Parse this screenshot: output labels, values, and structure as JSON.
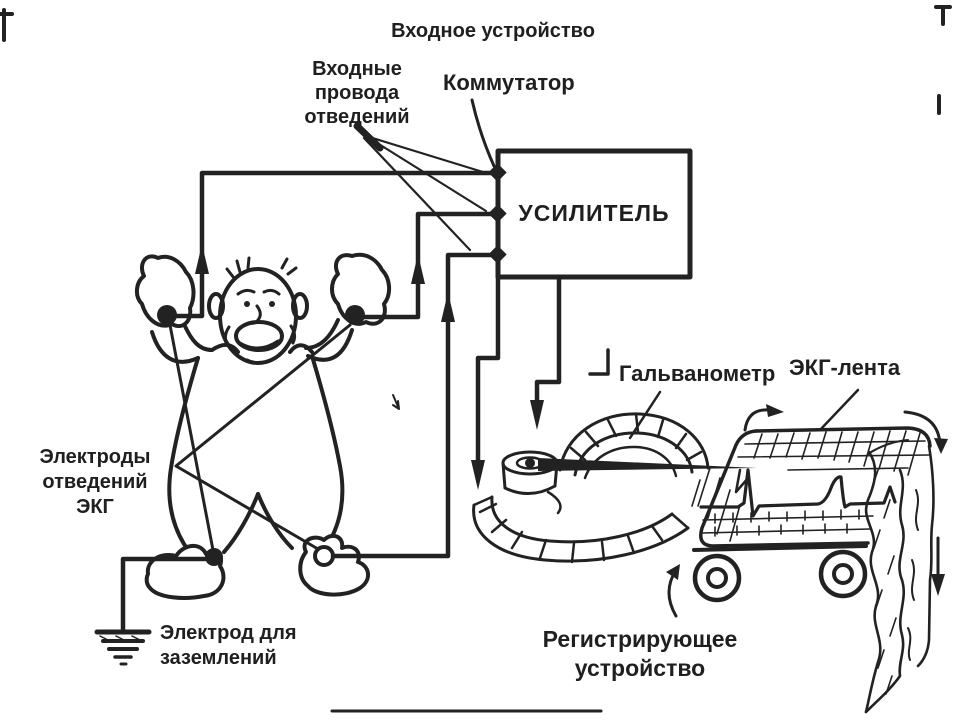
{
  "labels": {
    "input_device": "Входное устройство",
    "input_leads": [
      "Входные",
      "провода",
      "отведений"
    ],
    "commutator": "Коммутатор",
    "amplifier": "УСИЛИТЕЛЬ",
    "galvanometer": "Гальванометр",
    "ecg_tape": "ЭКГ-лента",
    "ecg_electrodes": [
      "Электроды",
      "отведений",
      "ЭКГ"
    ],
    "ground_electrode": [
      "Электрод для",
      "заземлений"
    ],
    "recorder": [
      "Регистрирующее",
      "устройство"
    ]
  },
  "colors": {
    "ink": "#1f1f1f",
    "paper": "#ffffff"
  },
  "icons": {
    "ground_symbol": "stacked horizontal bars (earth ground)",
    "flow_arrows": "solid triangle arrowheads showing signal / paper direction",
    "electrodes": "filled and open dots on hands and feet"
  }
}
